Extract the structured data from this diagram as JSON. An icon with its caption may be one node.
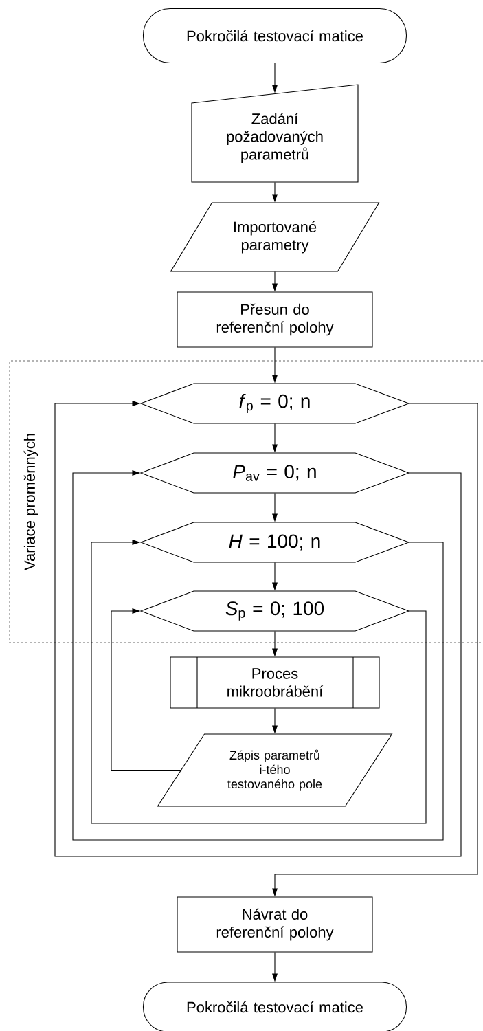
{
  "diagram": {
    "nodes": [
      {
        "text": [
          "Pokročilá testovací matice"
        ]
      },
      {
        "text": [
          "Zadání požadovaných parametrů"
        ]
      },
      {
        "text": [
          "Importované parametry"
        ]
      },
      {
        "text": [
          "Přesun do referenční polohy"
        ]
      },
      {
        "text": [
          "Variace proměnných"
        ]
      },
      {
        "text": [
          "*f*$_{p}$ = 0; n"
        ],
        "in": 4
      },
      {
        "text": [
          "*P*$_{av}$ = 0; n"
        ],
        "in": 4
      },
      {
        "text": [
          "*H* = 100; n"
        ],
        "in": 4
      },
      {
        "text": [
          "*S*$_{p}$ = 0; 100"
        ],
        "in": 4
      },
      {
        "text": [
          "Proces mikroobrábění"
        ]
      },
      {
        "text": [
          "Zápis parametrů i-tého testovaného pole"
        ]
      },
      {
        "text": [
          "Návrat do referenční polohy"
        ]
      },
      {
        "text": [
          "Pokročilá testovací matice"
        ]
      }
    ],
    "edges": [
      {
        "from": 0,
        "to": 1,
        "arrow": "to"
      },
      {
        "from": 1,
        "to": 2,
        "arrow": "to"
      },
      {
        "from": 2,
        "to": 3,
        "arrow": "to"
      },
      {
        "from": 3,
        "to": 5,
        "arrow": "to"
      },
      {
        "from": 5,
        "to": 6,
        "arrow": "to"
      },
      {
        "from": 6,
        "to": 7,
        "arrow": "to"
      },
      {
        "from": 7,
        "to": 8,
        "arrow": "to"
      },
      {
        "from": 8,
        "to": 9,
        "arrow": "to"
      },
      {
        "from": 9,
        "to": 10,
        "arrow": "to"
      },
      {
        "from": 10,
        "to": 8,
        "arrow": "to"
      },
      {
        "from": 8,
        "to": 7,
        "arrow": "to"
      },
      {
        "from": 7,
        "to": 6,
        "arrow": "to"
      },
      {
        "from": 6,
        "to": 5,
        "arrow": "to"
      },
      {
        "from": 5,
        "to": 11,
        "arrow": "to"
      },
      {
        "from": 11,
        "to": 12,
        "arrow": "to"
      }
    ]
  }
}
